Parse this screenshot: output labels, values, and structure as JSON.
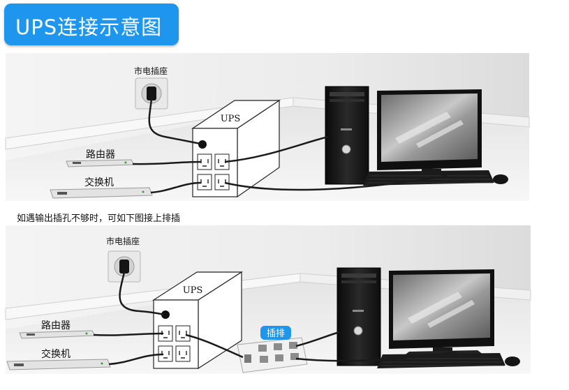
{
  "title": "UPS连接示意图",
  "note": "如遇输出插孔不够时，可如下图接上排插",
  "scene1": {
    "wall_socket_label": "市电插座",
    "ups_label": "UPS",
    "router_label": "路由器",
    "switch_label": "交换机"
  },
  "scene2": {
    "wall_socket_label": "市电插座",
    "ups_label": "UPS",
    "router_label": "路由器",
    "switch_label": "交换机",
    "power_strip_label": "插排"
  },
  "colors": {
    "banner": "#1f96ee",
    "power_strip_badge": "#1f96ee",
    "cable": "#1a1a1a"
  }
}
